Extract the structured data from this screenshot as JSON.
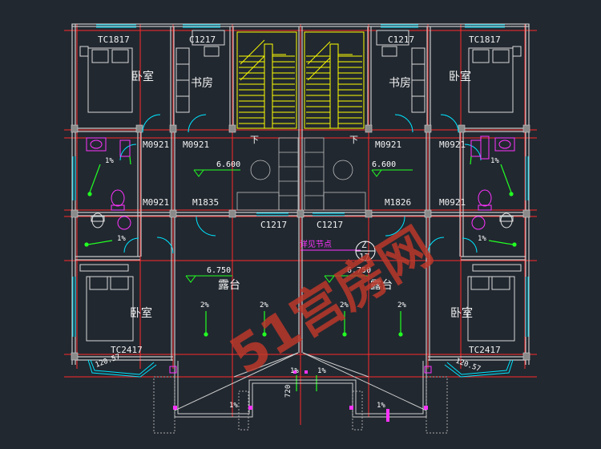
{
  "drawing": {
    "rooms": {
      "bedroom_top": "卧室",
      "study": "书房",
      "bedroom_bottom": "卧室",
      "balcony": "露台"
    },
    "window_labels": {
      "tc1817": "TC1817",
      "c1217": "C1217",
      "tc2417": "TC2417",
      "c1217_mid": "C1217"
    },
    "door_labels": {
      "m0921": "M0921",
      "m1835": "M1835",
      "m1826": "M1826"
    },
    "stair_down": "下",
    "elevations": {
      "upper_left": "6.600",
      "upper_right": "6.600",
      "lower_left": "6.750",
      "lower_right": "6.750"
    },
    "slopes": {
      "one_percent": "1%",
      "two_percent": "2%"
    },
    "section": {
      "note": "详见节点",
      "top": "Z",
      "bottom": "17"
    },
    "bay_dim": {
      "left": "120.57",
      "right": "120.57"
    },
    "dim_720": "720",
    "watermark": "51宫房网",
    "colors": {
      "background": "#212830",
      "wall": "#c8c8c8",
      "axis": "#ff2a2a",
      "window": "#00e5ff",
      "stair": "#ffff00",
      "furniture": "#d9d9d9",
      "magenta": "#ff33ff",
      "green": "#22ff22",
      "watermark": "#c0392b"
    }
  }
}
